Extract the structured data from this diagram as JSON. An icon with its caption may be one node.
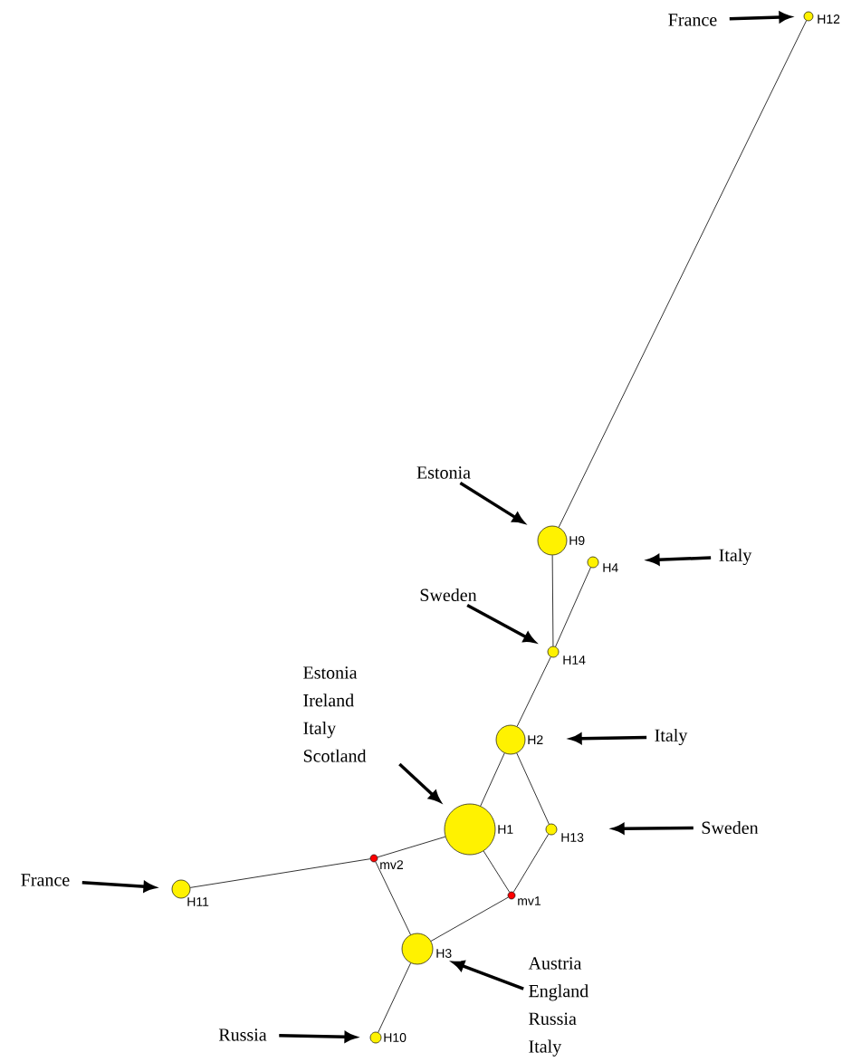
{
  "diagram": {
    "nodes": [
      {
        "text": [],
        "shape": "circle",
        "beside": [
          "H12"
        ]
      },
      {
        "text": [],
        "shape": "circle",
        "beside": [
          "H9"
        ]
      },
      {
        "text": [],
        "shape": "circle",
        "beside": [
          "H4"
        ]
      },
      {
        "text": [],
        "shape": "circle",
        "beside": [
          "H14"
        ]
      },
      {
        "text": [],
        "shape": "circle",
        "beside": [
          "H2"
        ]
      },
      {
        "text": [],
        "shape": "circle",
        "beside": [
          "H1"
        ]
      },
      {
        "text": [],
        "shape": "circle",
        "beside": [
          "H13"
        ]
      },
      {
        "text": [],
        "shape": "circle",
        "beside": [
          "mv2"
        ]
      },
      {
        "text": [],
        "shape": "circle",
        "beside": [
          "H11"
        ]
      },
      {
        "text": [],
        "shape": "circle",
        "beside": [
          "mv1"
        ]
      },
      {
        "text": [],
        "shape": "circle",
        "beside": [
          "H3"
        ]
      },
      {
        "text": [],
        "shape": "circle",
        "beside": [
          "H10"
        ]
      },
      {
        "text": [
          "France"
        ]
      },
      {
        "text": [
          "Estonia"
        ]
      },
      {
        "text": [
          "Italy"
        ]
      },
      {
        "text": [
          "Sweden"
        ]
      },
      {
        "text": [
          "Estonia Ireland Italy Scotland"
        ]
      },
      {
        "text": [
          "Italy"
        ]
      },
      {
        "text": [
          "Sweden"
        ]
      },
      {
        "text": [
          "France"
        ]
      },
      {
        "text": [
          "Austria England Russia Italy"
        ]
      },
      {
        "text": [
          "Russia"
        ]
      }
    ],
    "edges": [
      {
        "from": 0,
        "to": 1,
        "arrow": "none"
      },
      {
        "from": 1,
        "to": 3,
        "arrow": "none"
      },
      {
        "from": 2,
        "to": 3,
        "arrow": "none"
      },
      {
        "from": 3,
        "to": 4,
        "arrow": "none"
      },
      {
        "from": 4,
        "to": 5,
        "arrow": "none"
      },
      {
        "from": 4,
        "to": 6,
        "arrow": "none"
      },
      {
        "from": 5,
        "to": 7,
        "arrow": "none"
      },
      {
        "from": 5,
        "to": 9,
        "arrow": "none"
      },
      {
        "from": 6,
        "to": 9,
        "arrow": "none"
      },
      {
        "from": 7,
        "to": 8,
        "arrow": "none"
      },
      {
        "from": 7,
        "to": 10,
        "arrow": "none"
      },
      {
        "from": 9,
        "to": 10,
        "arrow": "none"
      },
      {
        "from": 10,
        "to": 11,
        "arrow": "none"
      },
      {
        "from": 12,
        "to": 0,
        "arrow": "to",
        "style": "thick"
      },
      {
        "from": 13,
        "to": 1,
        "arrow": "to",
        "style": "thick"
      },
      {
        "from": 14,
        "to": 2,
        "arrow": "to",
        "style": "thick"
      },
      {
        "from": 15,
        "to": 3,
        "arrow": "to",
        "style": "thick"
      },
      {
        "from": 16,
        "to": 5,
        "arrow": "to",
        "style": "thick"
      },
      {
        "from": 17,
        "to": 4,
        "arrow": "to",
        "style": "thick"
      },
      {
        "from": 18,
        "to": 6,
        "arrow": "to",
        "style": "thick"
      },
      {
        "from": 19,
        "to": 8,
        "arrow": "to",
        "style": "thick"
      },
      {
        "from": 20,
        "to": 10,
        "arrow": "to",
        "style": "thick"
      },
      {
        "from": 21,
        "to": 11,
        "arrow": "to",
        "style": "thick"
      }
    ]
  }
}
